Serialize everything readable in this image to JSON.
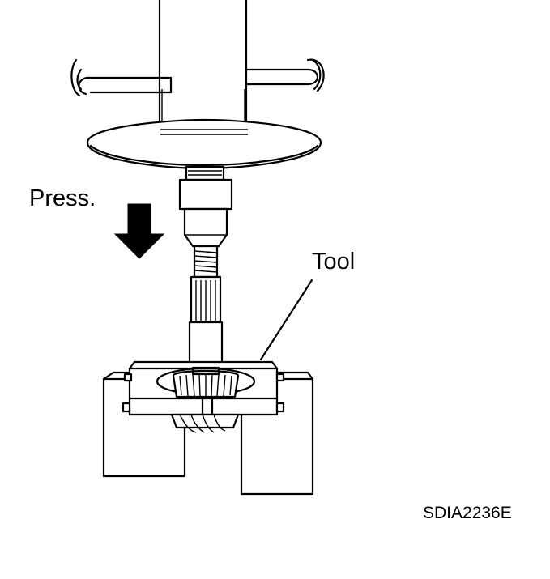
{
  "labels": {
    "press": "Press.",
    "tool": "Tool",
    "code": "SDIA2236E"
  },
  "icons": {
    "press_arrow": "arrow-down-icon"
  },
  "colors": {
    "ink": "#000000",
    "paper": "#ffffff"
  }
}
